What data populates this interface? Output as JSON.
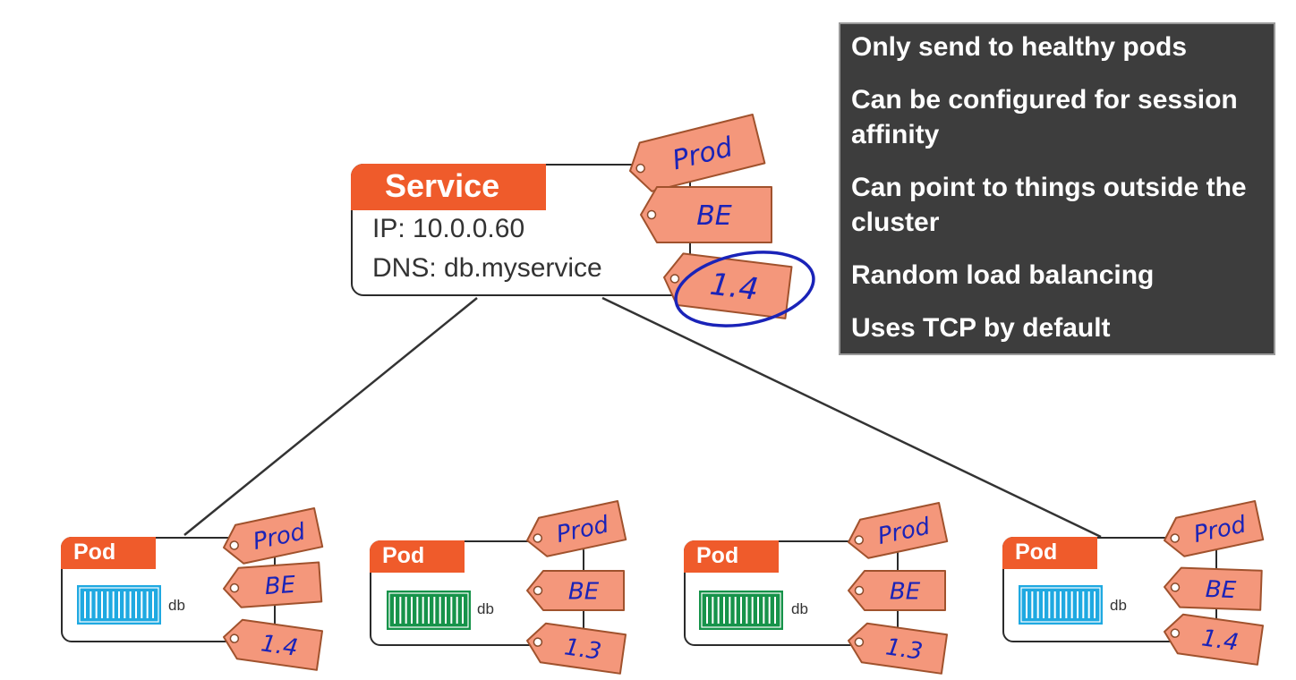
{
  "service": {
    "header": "Service",
    "ip": "IP: 10.0.0.60",
    "dns": "DNS: db.myservice",
    "labels": [
      "Prod",
      "BE",
      "1.4"
    ]
  },
  "info_panel": {
    "items": [
      "Only send to healthy pods",
      "Can be configured for session affinity",
      "Can point to things outside the cluster",
      "Random load balancing",
      "Uses TCP by default"
    ]
  },
  "pods": [
    {
      "header": "Pod",
      "container_name": "db",
      "container_color": "#1fa9e1",
      "labels": [
        "Prod",
        "BE",
        "1.4"
      ]
    },
    {
      "header": "Pod",
      "container_name": "db",
      "container_color": "#16934a",
      "labels": [
        "Prod",
        "BE",
        "1.3"
      ]
    },
    {
      "header": "Pod",
      "container_name": "db",
      "container_color": "#16934a",
      "labels": [
        "Prod",
        "BE",
        "1.3"
      ]
    },
    {
      "header": "Pod",
      "container_name": "db",
      "container_color": "#1fa9e1",
      "labels": [
        "Prod",
        "BE",
        "1.4"
      ]
    }
  ],
  "colors": {
    "accent": "#ef5b2b",
    "tag_fill": "#f4977b",
    "tag_stroke": "#a0522d",
    "handwriting": "#1a23b8",
    "panel_bg": "#3d3d3d"
  }
}
